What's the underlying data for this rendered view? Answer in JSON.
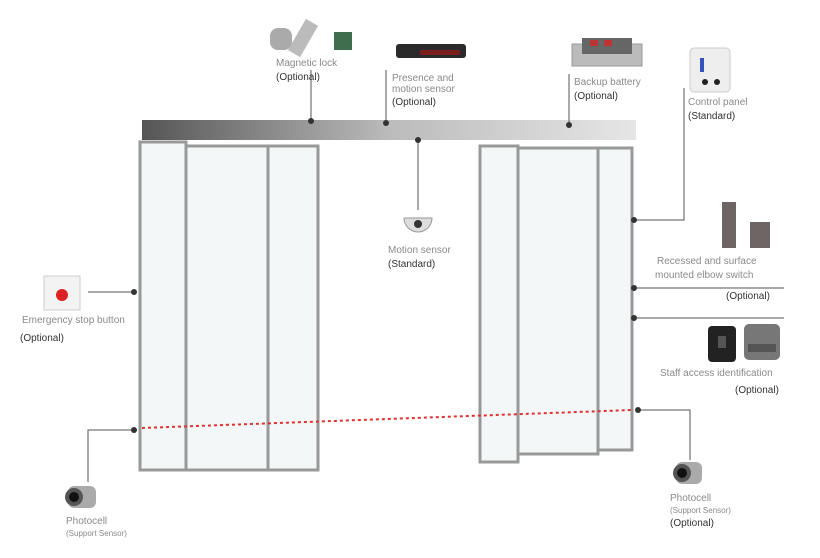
{
  "components": [
    {
      "id": "magnetic-lock",
      "name": "Magnetic lock",
      "status": "(Optional)"
    },
    {
      "id": "presence-sensor",
      "name_line1": "Presence and",
      "name_line2": "motion sensor",
      "status": "(Optional)"
    },
    {
      "id": "backup-battery",
      "name": "Backup battery",
      "status": "(Optional)"
    },
    {
      "id": "control-panel",
      "name": "Control panel",
      "status": "(Standard)"
    },
    {
      "id": "motion-sensor",
      "name": "Motion sensor",
      "status": "(Standard)"
    },
    {
      "id": "elbow-switch",
      "name_line1": "Recessed and surface",
      "name_line2": "mounted elbow switch",
      "status": "(Optional)"
    },
    {
      "id": "staff-access",
      "name": "Staff access identification",
      "status": "(Optional)"
    },
    {
      "id": "emergency-stop",
      "name": "Emergency stop button",
      "status": "(Optional)"
    },
    {
      "id": "photocell-left",
      "name": "Photocell",
      "sub": "(Support Sensor)"
    },
    {
      "id": "photocell-right",
      "name": "Photocell",
      "sub": "(Support Sensor)",
      "status": "(Optional)"
    }
  ],
  "colors": {
    "beam": "#e03030",
    "line": "#555555",
    "dot": "#333333"
  }
}
